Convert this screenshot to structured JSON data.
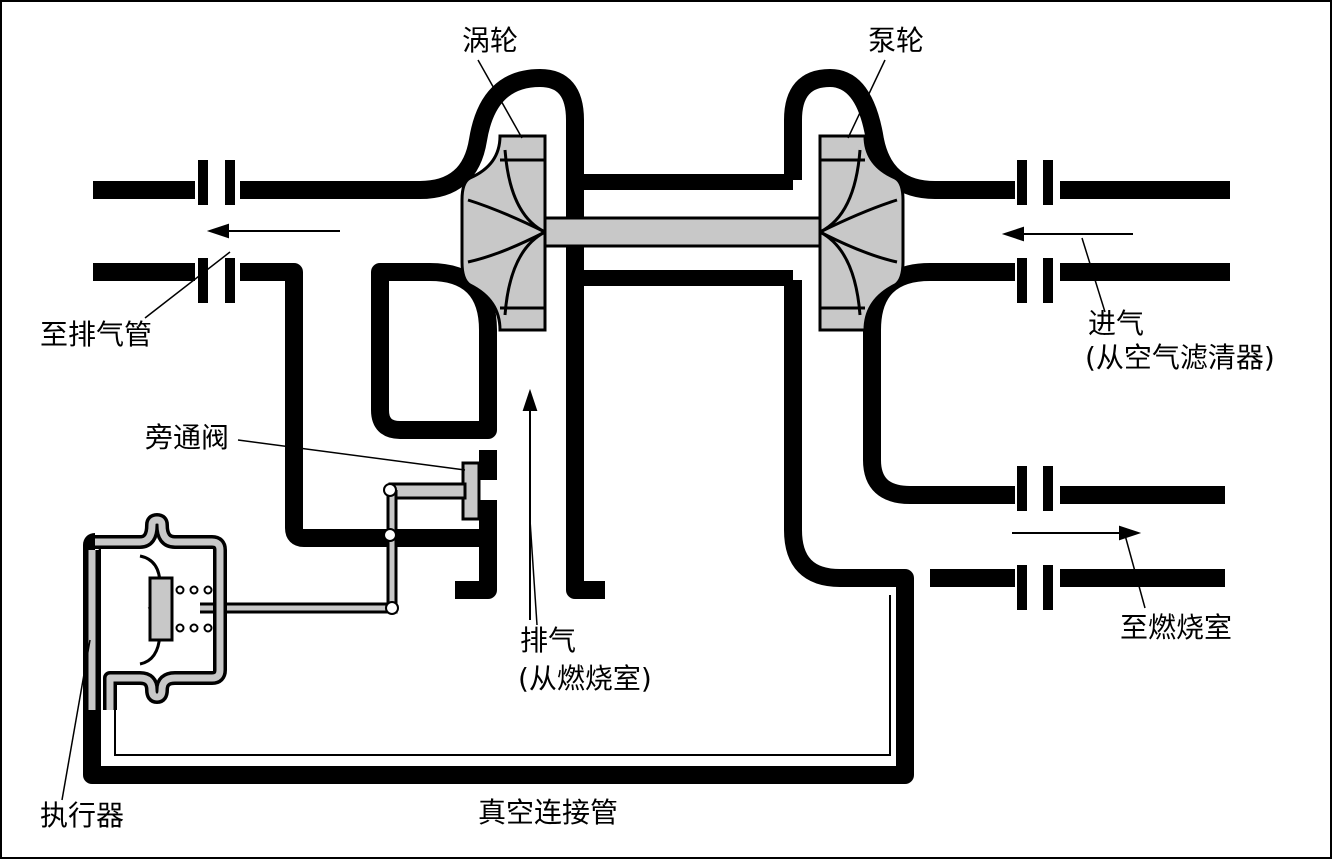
{
  "labels": {
    "turbine": "涡轮",
    "pump": "泵轮",
    "to_exhaust_pipe": "至排气管",
    "bypass_valve": "旁通阀",
    "intake_line1": "进气",
    "intake_line2": "(从空气滤清器)",
    "exhaust_line1": "排气",
    "exhaust_line2": "(从燃烧室)",
    "to_combustion": "至燃烧室",
    "actuator": "执行器",
    "vacuum_pipe": "真空连接管"
  },
  "colors": {
    "ink": "#000000",
    "part_gray": "#c8c8c8",
    "background": "#ffffff"
  }
}
